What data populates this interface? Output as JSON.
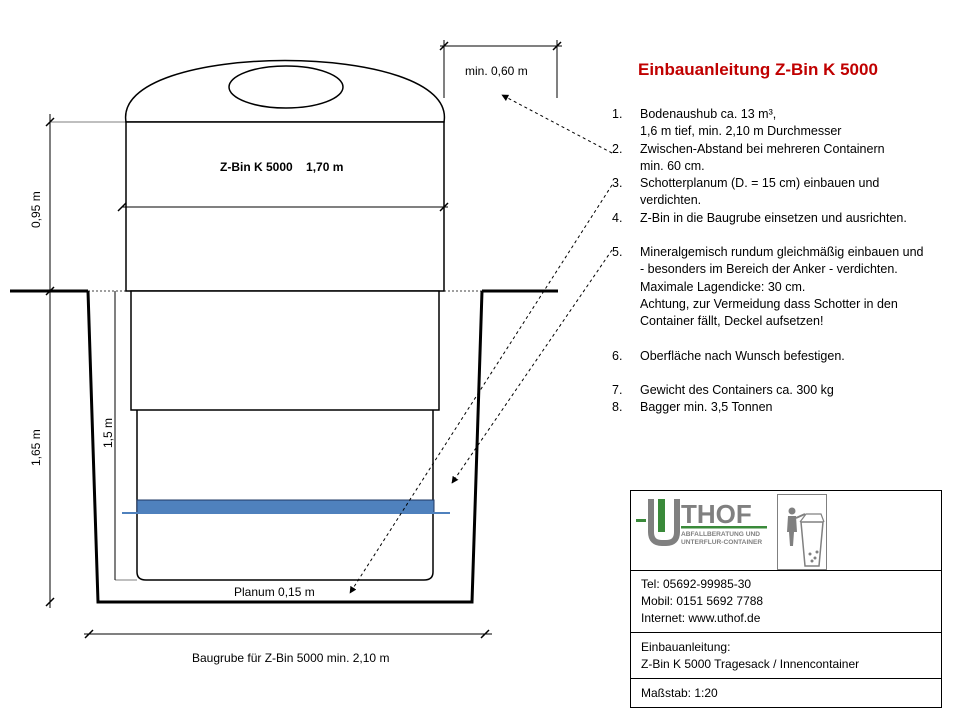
{
  "title": "Einbauanleitung  Z-Bin K 5000",
  "colors": {
    "title": "#c00000",
    "planum": "#4f81bd",
    "logo_green": "#3a8a3a",
    "logo_gray": "#808080"
  },
  "drawing": {
    "dim_top": "min. 0,60 m",
    "dim_upper": "0,95 m",
    "dim_lower": "1,65 m",
    "dim_inner": "1,5 m",
    "container_label": "Z-Bin K 5000    1,70 m",
    "planum_label": "Planum 0,15 m",
    "baugrube_label": "Baugrube für Z-Bin 5000  min. 2,10 m"
  },
  "steps": [
    {
      "num": "1.",
      "text": "Bodenaushub ca. 13 m³,\n1,6 m tief, min. 2,10 m Durchmesser"
    },
    {
      "num": "2.",
      "text": "Zwischen-Abstand bei mehreren Containern\nmin. 60 cm."
    },
    {
      "num": "3.",
      "text": "Schotterplanum (D. = 15 cm) einbauen und\nverdichten."
    },
    {
      "num": "4.",
      "text": "Z-Bin in die Baugrube einsetzen und ausrichten."
    },
    {
      "num": "5.",
      "text": "Mineralgemisch rundum gleichmäßig einbauen und\n- besonders im Bereich der Anker - verdichten.\nMaximale Lagendicke: 30 cm.\nAchtung, zur Vermeidung dass Schotter in den\nContainer fällt, Deckel aufsetzen!"
    },
    {
      "num": "6.",
      "text": "Oberfläche nach Wunsch befestigen."
    },
    {
      "num": "7.",
      "text": "Gewicht des Containers ca. 300 kg"
    },
    {
      "num": "8.",
      "text": "Bagger min.  3,5 Tonnen"
    }
  ],
  "infobox": {
    "logo_name": "THOF",
    "logo_line1": "ABFALLBERATUNG UND",
    "logo_line2": "UNTERFLUR-CONTAINER",
    "contact": [
      "Tel: 05692-99985-30",
      "Mobil: 0151 5692 7788",
      "Internet: www.uthof.de"
    ],
    "manual": [
      "Einbauanleitung:",
      "Z-Bin K 5000 Tragesack / Innencontainer"
    ],
    "scale": "Maßstab: 1:20"
  }
}
